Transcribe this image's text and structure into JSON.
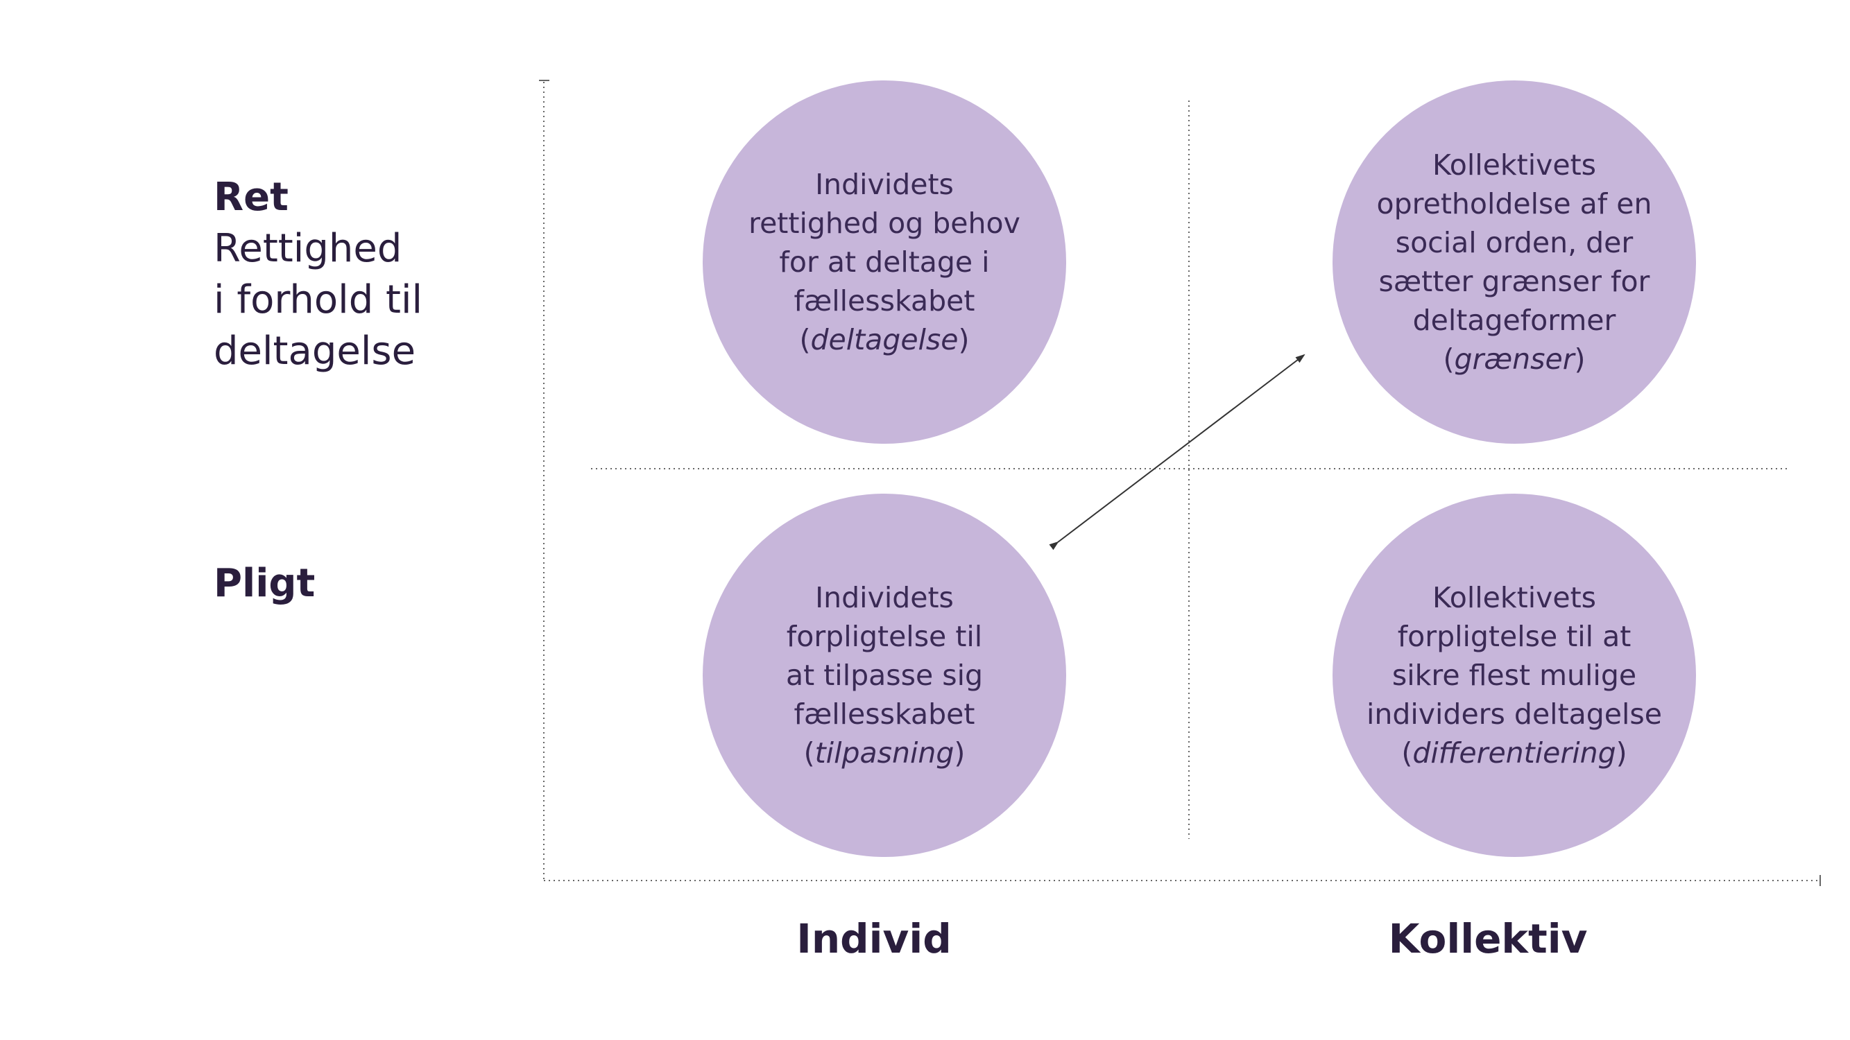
{
  "rows": {
    "ret": {
      "title": "Ret",
      "subtitle_lines": [
        "Rettighed",
        "i forhold til",
        "deltagelse"
      ]
    },
    "pligt": {
      "title": "Pligt"
    }
  },
  "columns": {
    "individ": "Individ",
    "kollektiv": "Kollektiv"
  },
  "quadrants": {
    "top_left": {
      "lines": [
        "Individets",
        "rettighed og behov",
        "for at deltage i",
        "fællesskabet"
      ],
      "term": "deltagelse"
    },
    "top_right": {
      "lines": [
        "Kollektivets",
        "opretholdelse af en",
        "social orden, der",
        "sætter grænser for",
        "deltageformer"
      ],
      "term": "grænser"
    },
    "bottom_left": {
      "lines": [
        "Individets",
        "forpligtelse til",
        "at tilpasse sig",
        "fællesskabet"
      ],
      "term": "tilpasning"
    },
    "bottom_right": {
      "lines": [
        "Kollektivets",
        "forpligtelse til at",
        "sikre flest mulige",
        "individers deltagelse"
      ],
      "term": "differentiering"
    }
  },
  "colors": {
    "circle_fill": "#c7b6da",
    "text": "#2a1e3d",
    "axis": "#666666"
  }
}
